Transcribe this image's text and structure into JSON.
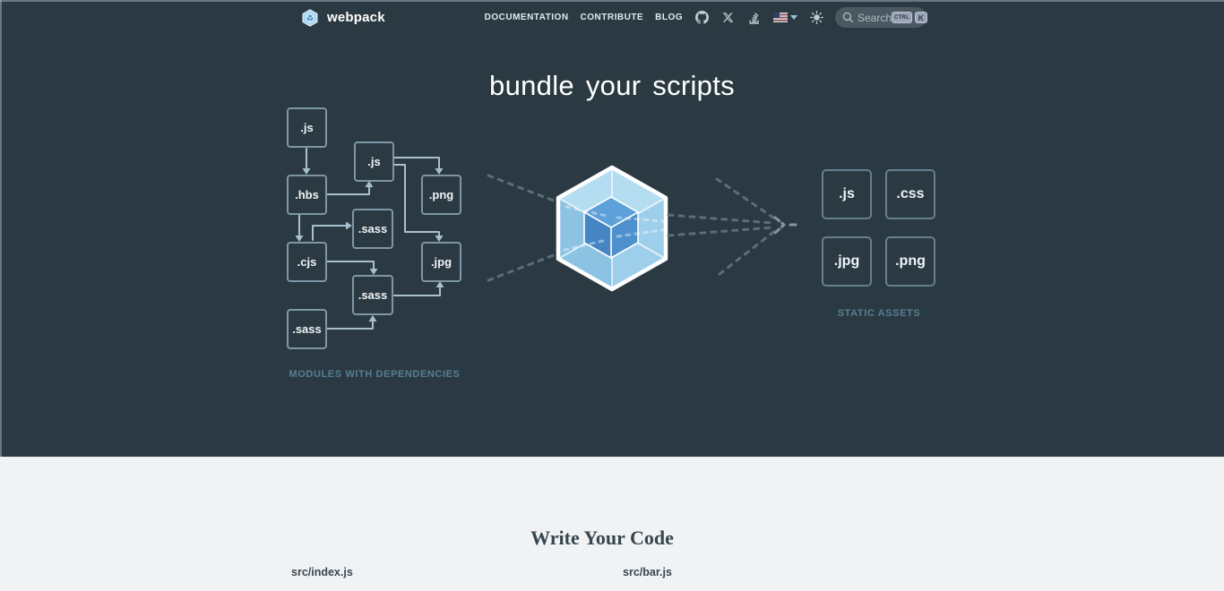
{
  "navbar": {
    "brand": "webpack",
    "links": [
      {
        "label": "DOCUMENTATION"
      },
      {
        "label": "CONTRIBUTE"
      },
      {
        "label": "BLOG"
      }
    ],
    "icon_names": [
      "github-icon",
      "x-twitter-icon",
      "stackoverflow-icon",
      "language-flag-icon",
      "theme-sun-icon"
    ],
    "search": {
      "placeholder": "Search",
      "shortcut_keys": [
        "CTRL",
        "K"
      ]
    }
  },
  "hero": {
    "title": "bundle your scripts",
    "modules_label": "MODULES WITH DEPENDENCIES",
    "assets_label": "STATIC ASSETS",
    "module_boxes": [
      ".js",
      ".js",
      ".hbs",
      ".png",
      ".sass",
      ".cjs",
      ".jpg",
      ".sass",
      ".sass"
    ],
    "asset_boxes": [
      ".js",
      ".css",
      ".jpg",
      ".png"
    ],
    "colors": {
      "background": "#2b3a42",
      "cube_outer": "#9dcfeb",
      "cube_inner": "#4d90cd",
      "module_box_border": "#7e96a5",
      "asset_box_border": "#64808f",
      "arrow": "#a8c0ce",
      "dashed_line": "#5d6c76",
      "label_text": "#567e94"
    }
  },
  "code_section": {
    "heading": "Write Your Code",
    "file_labels": [
      "src/index.js",
      "src/bar.js"
    ]
  }
}
